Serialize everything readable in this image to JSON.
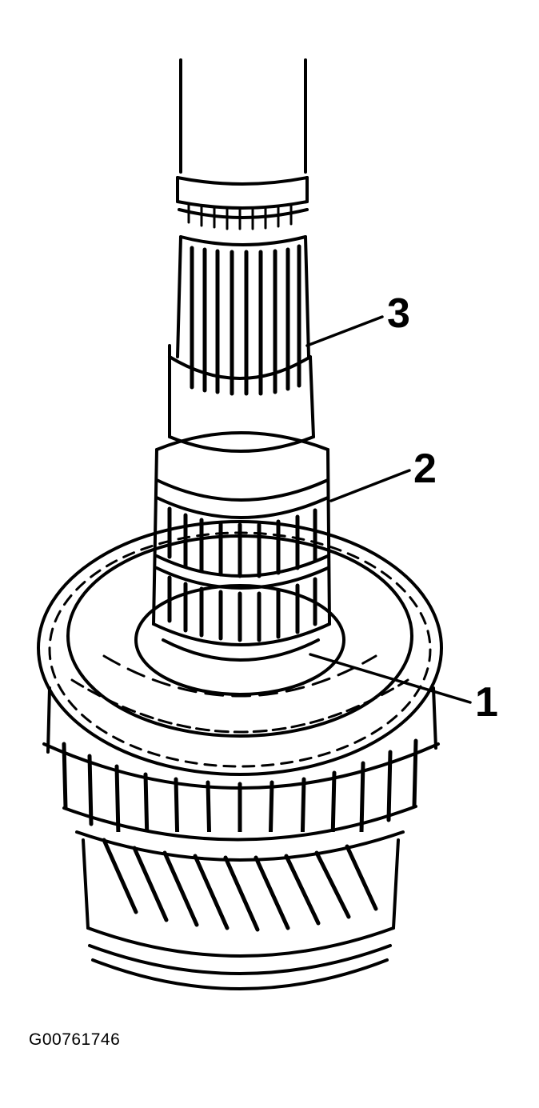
{
  "figure": {
    "id": "G00761746",
    "colors": {
      "ink": "#000000",
      "paper": "#ffffff"
    },
    "callouts": [
      {
        "label": "3"
      },
      {
        "label": "2"
      },
      {
        "label": "1"
      }
    ]
  }
}
